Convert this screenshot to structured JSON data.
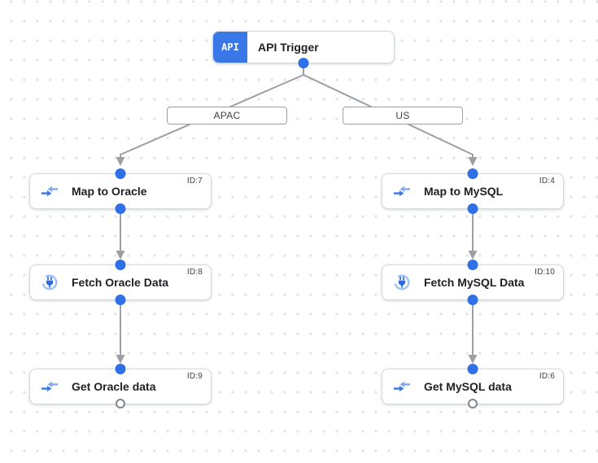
{
  "colors": {
    "accent_blue": "#3b78e7",
    "port_blue": "#2f6fe8",
    "edge_gray": "#9aa0a6",
    "icon_blue_dark": "#2a6ce0",
    "icon_blue_light": "#7fa9f2",
    "node_border": "#d6d9dc",
    "text_dark": "#202124"
  },
  "trigger": {
    "badge": "API",
    "label": "API Trigger"
  },
  "branch_labels": [
    {
      "label": "APAC"
    },
    {
      "label": "US"
    }
  ],
  "nodes": [
    {
      "label": "Map to Oracle",
      "id": "ID:7",
      "icon": "data-mapping-icon"
    },
    {
      "label": "Fetch Oracle Data",
      "id": "ID:8",
      "icon": "connector-icon"
    },
    {
      "label": "Get Oracle data",
      "id": "ID:9",
      "icon": "data-mapping-icon"
    },
    {
      "label": "Map to MySQL",
      "id": "ID:4",
      "icon": "data-mapping-icon"
    },
    {
      "label": "Fetch MySQL Data",
      "id": "ID:10",
      "icon": "connector-icon"
    },
    {
      "label": "Get MySQL data",
      "id": "ID:6",
      "icon": "data-mapping-icon"
    }
  ]
}
